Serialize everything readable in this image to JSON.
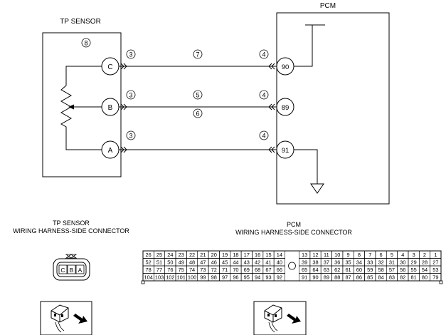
{
  "labels": {
    "tp_sensor": "TP SENSOR",
    "pcm": "PCM",
    "tp_connector": [
      "TP SENSOR",
      "WIRING HARNESS-SIDE CONNECTOR"
    ],
    "pcm_connector": [
      "PCM",
      "WIRING HARNESS-SIDE CONNECTOR"
    ]
  },
  "sensor": {
    "circled_marker": "8",
    "pins": [
      {
        "id": "C",
        "wire_marker": "3"
      },
      {
        "id": "B",
        "wire_marker": "3"
      },
      {
        "id": "A",
        "wire_marker": "3"
      }
    ]
  },
  "wires": [
    {
      "from": "C",
      "to": "90",
      "upper_marker": "7",
      "lower_marker": "",
      "pcm_marker": "4"
    },
    {
      "from": "B",
      "to": "89",
      "upper_marker": "5",
      "lower_marker": "6",
      "pcm_marker": "4"
    },
    {
      "from": "A",
      "to": "91",
      "upper_marker": "",
      "lower_marker": "",
      "pcm_marker": "4"
    }
  ],
  "pcm_terminals": [
    "90",
    "89",
    "91"
  ],
  "tp_connector_pins": [
    "C",
    "B",
    "A"
  ],
  "pcm_connector_rows": [
    [
      "26",
      "25",
      "24",
      "23",
      "22",
      "21",
      "20",
      "19",
      "18",
      "17",
      "16",
      "15",
      "14",
      "",
      "13",
      "12",
      "11",
      "10",
      "9",
      "8",
      "7",
      "6",
      "5",
      "4",
      "3",
      "2",
      "1"
    ],
    [
      "52",
      "51",
      "50",
      "49",
      "48",
      "47",
      "46",
      "45",
      "44",
      "43",
      "42",
      "41",
      "40",
      "",
      "39",
      "38",
      "37",
      "36",
      "35",
      "34",
      "33",
      "32",
      "31",
      "30",
      "29",
      "28",
      "27"
    ],
    [
      "78",
      "77",
      "76",
      "75",
      "74",
      "73",
      "72",
      "71",
      "70",
      "69",
      "68",
      "67",
      "66",
      "",
      "65",
      "64",
      "63",
      "62",
      "61",
      "60",
      "59",
      "58",
      "57",
      "56",
      "55",
      "54",
      "53"
    ],
    [
      "104",
      "103",
      "102",
      "101",
      "100",
      "99",
      "98",
      "97",
      "96",
      "95",
      "94",
      "93",
      "92",
      "",
      "91",
      "90",
      "89",
      "88",
      "87",
      "86",
      "85",
      "84",
      "83",
      "82",
      "81",
      "80",
      "79"
    ]
  ]
}
